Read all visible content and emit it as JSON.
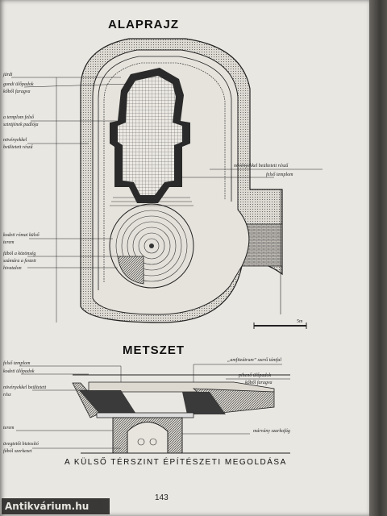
{
  "headings": {
    "plan": "ALAPRAJZ",
    "section": "METSZET"
  },
  "plan_labels": {
    "left": [
      "járdi",
      "gondi ülőpadok",
      "kőből faragva",
      "a templom felső",
      "szintjének padlója",
      "növényekkel",
      "beültetett részű",
      "kodeti római külső",
      "terem",
      "fából a közönség",
      "számára a festett",
      "hivatalon"
    ],
    "right": [
      "növényekkel beültetett részű",
      "felső templom"
    ],
    "scale": "5m"
  },
  "section_labels": {
    "left": [
      "felső templom",
      "kodeti ülőpadok",
      "növényekkel beültetett",
      "rész",
      "terem",
      "üvegtetőt biztosító",
      "fából szerkezet"
    ],
    "right": [
      "„amfiteátrum” szerű támfal",
      "pihenő ülőpadok",
      "kőből faragva",
      "márvány szarkofág"
    ]
  },
  "caption": "A KÜLSŐ TÉRSZINT ÉPÍTÉSZETI MEGOLDÁSA",
  "page_number": "143",
  "watermark": "Antikvárium.hu"
}
